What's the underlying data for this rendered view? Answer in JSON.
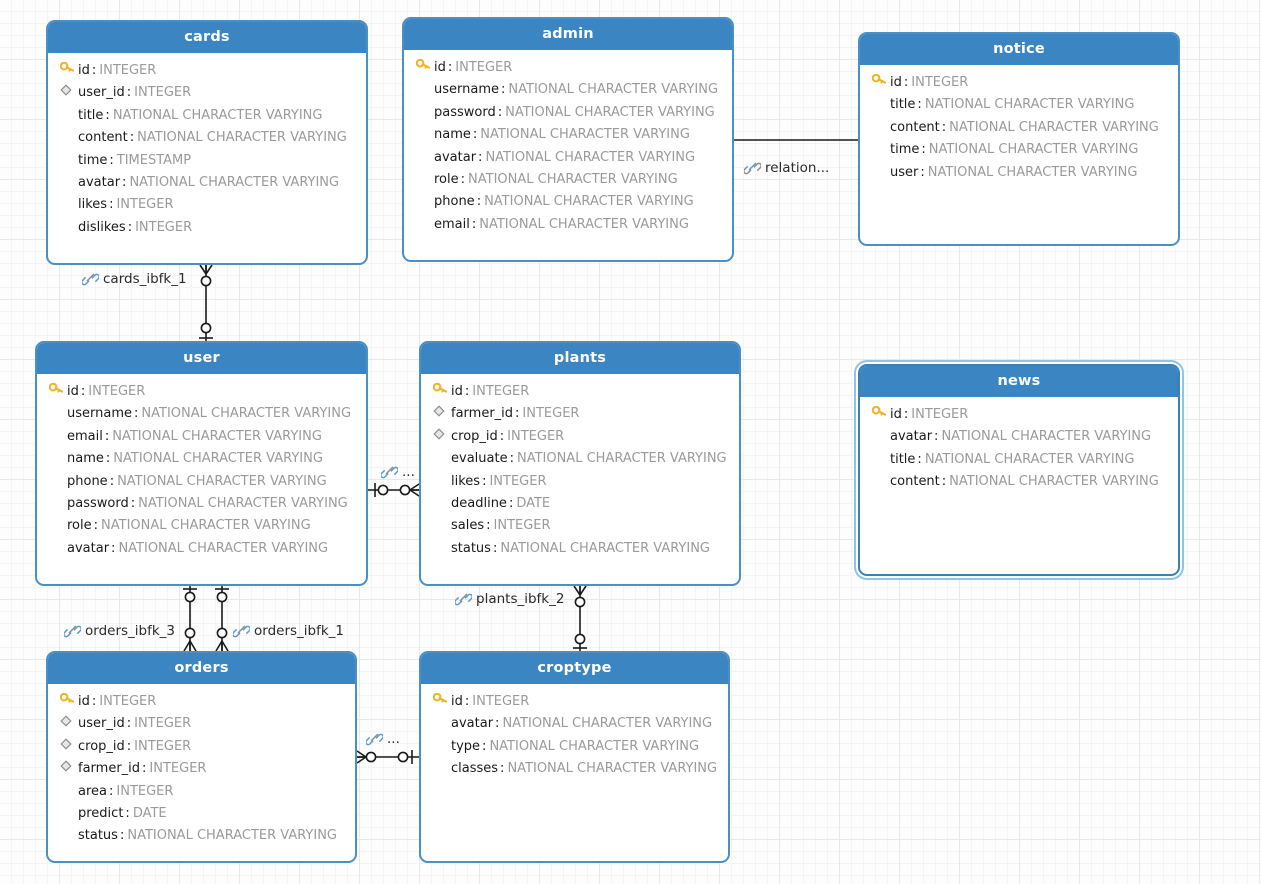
{
  "diagram": {
    "kind": "er-diagram",
    "canvas_background": "#fdfdfd",
    "header_color": "#3b86c2",
    "border_color": "#4a90c4",
    "pk_icon": "key-icon",
    "fk_icon": "diamond-icon",
    "relation_icon": "chain-link-icon"
  },
  "entities": [
    {
      "id": "cards",
      "name": "cards",
      "selected": false,
      "fields": [
        {
          "icon": "key-icon",
          "name": "id",
          "type": "INTEGER"
        },
        {
          "icon": "diamond-icon",
          "name": "user_id",
          "type": "INTEGER"
        },
        {
          "icon": "none",
          "name": "title",
          "type": "NATIONAL CHARACTER VARYING"
        },
        {
          "icon": "none",
          "name": "content",
          "type": "NATIONAL CHARACTER VARYING"
        },
        {
          "icon": "none",
          "name": "time",
          "type": "TIMESTAMP"
        },
        {
          "icon": "none",
          "name": "avatar",
          "type": "NATIONAL CHARACTER VARYING"
        },
        {
          "icon": "none",
          "name": "likes",
          "type": "INTEGER"
        },
        {
          "icon": "none",
          "name": "dislikes",
          "type": "INTEGER"
        }
      ]
    },
    {
      "id": "admin",
      "name": "admin",
      "selected": false,
      "fields": [
        {
          "icon": "key-icon",
          "name": "id",
          "type": "INTEGER"
        },
        {
          "icon": "none",
          "name": "username",
          "type": "NATIONAL CHARACTER VARYING"
        },
        {
          "icon": "none",
          "name": "password",
          "type": "NATIONAL CHARACTER VARYING"
        },
        {
          "icon": "none",
          "name": "name",
          "type": "NATIONAL CHARACTER VARYING"
        },
        {
          "icon": "none",
          "name": "avatar",
          "type": "NATIONAL CHARACTER VARYING"
        },
        {
          "icon": "none",
          "name": "role",
          "type": "NATIONAL CHARACTER VARYING"
        },
        {
          "icon": "none",
          "name": "phone",
          "type": "NATIONAL CHARACTER VARYING"
        },
        {
          "icon": "none",
          "name": "email",
          "type": "NATIONAL CHARACTER VARYING"
        }
      ]
    },
    {
      "id": "notice",
      "name": "notice",
      "selected": false,
      "fields": [
        {
          "icon": "key-icon",
          "name": "id",
          "type": "INTEGER"
        },
        {
          "icon": "none",
          "name": "title",
          "type": "NATIONAL CHARACTER VARYING"
        },
        {
          "icon": "none",
          "name": "content",
          "type": "NATIONAL CHARACTER VARYING"
        },
        {
          "icon": "none",
          "name": "time",
          "type": "NATIONAL CHARACTER VARYING"
        },
        {
          "icon": "none",
          "name": "user",
          "type": "NATIONAL CHARACTER VARYING"
        }
      ]
    },
    {
      "id": "user",
      "name": "user",
      "selected": false,
      "fields": [
        {
          "icon": "key-icon",
          "name": "id",
          "type": "INTEGER"
        },
        {
          "icon": "none",
          "name": "username",
          "type": "NATIONAL CHARACTER VARYING"
        },
        {
          "icon": "none",
          "name": "email",
          "type": "NATIONAL CHARACTER VARYING"
        },
        {
          "icon": "none",
          "name": "name",
          "type": "NATIONAL CHARACTER VARYING"
        },
        {
          "icon": "none",
          "name": "phone",
          "type": "NATIONAL CHARACTER VARYING"
        },
        {
          "icon": "none",
          "name": "password",
          "type": "NATIONAL CHARACTER VARYING"
        },
        {
          "icon": "none",
          "name": "role",
          "type": "NATIONAL CHARACTER VARYING"
        },
        {
          "icon": "none",
          "name": "avatar",
          "type": "NATIONAL CHARACTER VARYING"
        }
      ]
    },
    {
      "id": "plants",
      "name": "plants",
      "selected": false,
      "fields": [
        {
          "icon": "key-icon",
          "name": "id",
          "type": "INTEGER"
        },
        {
          "icon": "diamond-icon",
          "name": "farmer_id",
          "type": "INTEGER"
        },
        {
          "icon": "diamond-icon",
          "name": "crop_id",
          "type": "INTEGER"
        },
        {
          "icon": "none",
          "name": "evaluate",
          "type": "NATIONAL CHARACTER VARYING"
        },
        {
          "icon": "none",
          "name": "likes",
          "type": "INTEGER"
        },
        {
          "icon": "none",
          "name": "deadline",
          "type": "DATE"
        },
        {
          "icon": "none",
          "name": "sales",
          "type": "INTEGER"
        },
        {
          "icon": "none",
          "name": "status",
          "type": "NATIONAL CHARACTER VARYING"
        }
      ]
    },
    {
      "id": "news",
      "name": "news",
      "selected": true,
      "fields": [
        {
          "icon": "key-icon",
          "name": "id",
          "type": "INTEGER"
        },
        {
          "icon": "none",
          "name": "avatar",
          "type": "NATIONAL CHARACTER VARYING"
        },
        {
          "icon": "none",
          "name": "title",
          "type": "NATIONAL CHARACTER VARYING"
        },
        {
          "icon": "none",
          "name": "content",
          "type": "NATIONAL CHARACTER VARYING"
        }
      ]
    },
    {
      "id": "orders",
      "name": "orders",
      "selected": false,
      "fields": [
        {
          "icon": "key-icon",
          "name": "id",
          "type": "INTEGER"
        },
        {
          "icon": "diamond-icon",
          "name": "user_id",
          "type": "INTEGER"
        },
        {
          "icon": "diamond-icon",
          "name": "crop_id",
          "type": "INTEGER"
        },
        {
          "icon": "diamond-icon",
          "name": "farmer_id",
          "type": "INTEGER"
        },
        {
          "icon": "none",
          "name": "area",
          "type": "INTEGER"
        },
        {
          "icon": "none",
          "name": "predict",
          "type": "DATE"
        },
        {
          "icon": "none",
          "name": "status",
          "type": "NATIONAL CHARACTER VARYING"
        }
      ]
    },
    {
      "id": "croptype",
      "name": "croptype",
      "selected": false,
      "fields": [
        {
          "icon": "key-icon",
          "name": "id",
          "type": "INTEGER"
        },
        {
          "icon": "none",
          "name": "avatar",
          "type": "NATIONAL CHARACTER VARYING"
        },
        {
          "icon": "none",
          "name": "type",
          "type": "NATIONAL CHARACTER VARYING"
        },
        {
          "icon": "none",
          "name": "classes",
          "type": "NATIONAL CHARACTER VARYING"
        }
      ]
    }
  ],
  "relationships": [
    {
      "id": "cards_ibfk_1",
      "label": "cards_ibfk_1",
      "from": "cards",
      "to": "user"
    },
    {
      "id": "relation",
      "label": "relation...",
      "from": "admin",
      "to": "notice"
    },
    {
      "id": "user_plants",
      "label": "...",
      "from": "user",
      "to": "plants"
    },
    {
      "id": "orders_ibfk_3",
      "label": "orders_ibfk_3",
      "from": "user",
      "to": "orders"
    },
    {
      "id": "orders_ibfk_1",
      "label": "orders_ibfk_1",
      "from": "user",
      "to": "orders"
    },
    {
      "id": "plants_ibfk_2",
      "label": "plants_ibfk_2",
      "from": "plants",
      "to": "croptype"
    },
    {
      "id": "orders_croptype",
      "label": "...",
      "from": "orders",
      "to": "croptype"
    }
  ]
}
